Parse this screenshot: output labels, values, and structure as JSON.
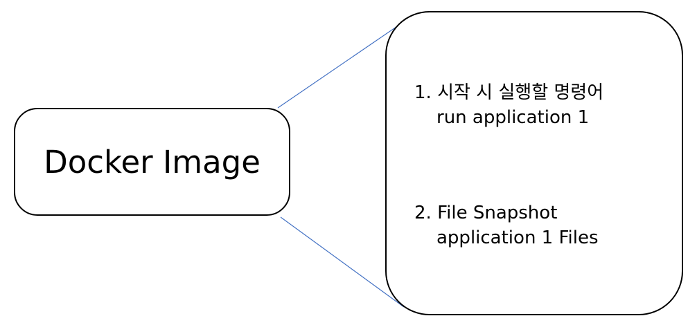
{
  "docker_image": {
    "label": "Docker Image"
  },
  "details": {
    "items": [
      {
        "heading": "1. 시작 시 실행할 명령어",
        "sub": "run application 1"
      },
      {
        "heading": "2. File Snapshot",
        "sub": "application 1 Files"
      }
    ]
  },
  "colors": {
    "connector": "#4472c4",
    "border": "#000000",
    "background": "#ffffff"
  }
}
